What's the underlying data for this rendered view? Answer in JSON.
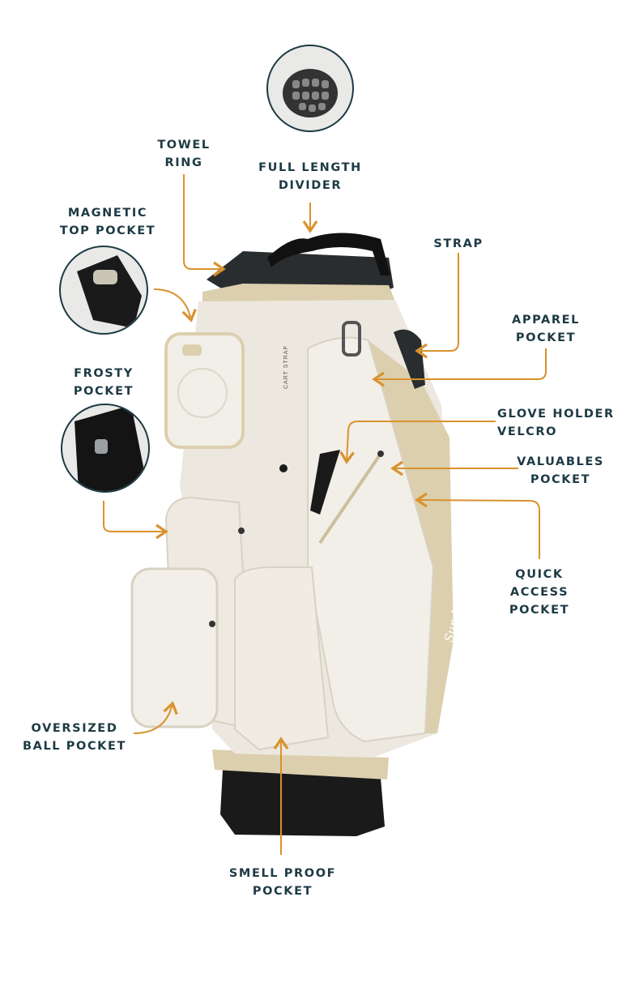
{
  "colors": {
    "label": "#1d3a44",
    "arrow": "#d9922e",
    "bag_body": "#ece8df",
    "bag_accent": "#dccfae",
    "bag_base": "#1a1a1a"
  },
  "brand": "Sunday",
  "bag_text": "CART STRAP",
  "callouts": [
    {
      "id": "towel-ring",
      "lines": [
        "TOWEL",
        "RING"
      ]
    },
    {
      "id": "full-length-divider",
      "lines": [
        "FULL LENGTH",
        "DIVIDER"
      ]
    },
    {
      "id": "magnetic-top-pocket",
      "lines": [
        "MAGNETIC",
        "TOP POCKET"
      ]
    },
    {
      "id": "strap",
      "lines": [
        "STRAP"
      ]
    },
    {
      "id": "apparel-pocket",
      "lines": [
        "APPAREL",
        "POCKET"
      ]
    },
    {
      "id": "frosty-pocket",
      "lines": [
        "FROSTY",
        "POCKET"
      ]
    },
    {
      "id": "glove-holder-velcro",
      "lines": [
        "GLOVE HOLDER",
        "VELCRO"
      ]
    },
    {
      "id": "valuables-pocket",
      "lines": [
        "VALUABLES",
        "POCKET"
      ]
    },
    {
      "id": "quick-access-pocket",
      "lines": [
        "QUICK",
        "ACCESS",
        "POCKET"
      ]
    },
    {
      "id": "oversized-ball-pocket",
      "lines": [
        "OVERSIZED",
        "BALL POCKET"
      ]
    },
    {
      "id": "smell-proof-pocket",
      "lines": [
        "SMELL PROOF",
        "POCKET"
      ]
    }
  ]
}
